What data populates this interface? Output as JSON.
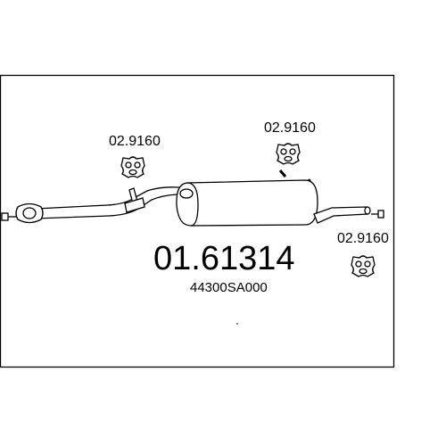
{
  "diagram": {
    "part_number": "01.61314",
    "oem_number": "44300SA000",
    "hanger_labels": [
      "02.9160",
      "02.9160",
      "02.9160"
    ],
    "colors": {
      "line": "#000000",
      "background": "#ffffff"
    }
  }
}
